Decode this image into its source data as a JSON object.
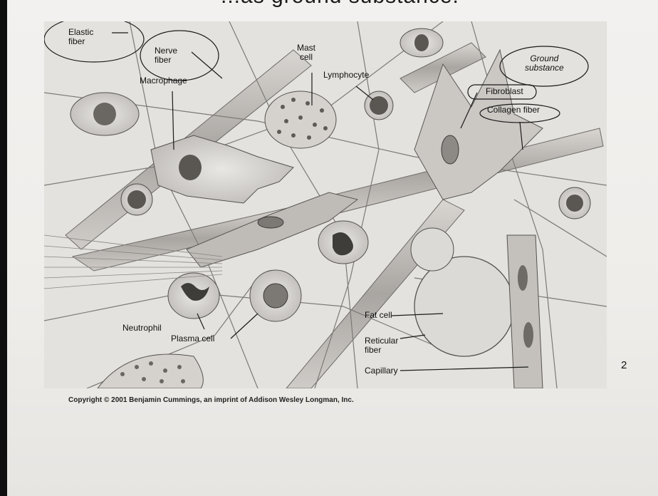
{
  "header": {
    "partial_text": "...as ground substance."
  },
  "labels": {
    "elastic_fiber": "Elastic\nfiber",
    "nerve_fiber": "Nerve\nfiber",
    "mast_cell": "Mast\ncell",
    "macrophage": "Macrophage",
    "lymphocyte": "Lymphocyte",
    "ground_substance": "Ground\nsubstance",
    "fibroblast": "Fibroblast",
    "collagen_fiber": "Collagen fiber",
    "neutrophil": "Neutrophil",
    "plasma_cell": "Plasma cell",
    "fat_cell": "Fat cell",
    "reticular_fiber": "Reticular\nfiber",
    "capillary": "Capillary"
  },
  "caption": "Copyright © 2001 Benjamin Cummings, an imprint of Addison Wesley Longman, Inc.",
  "page_number": "2"
}
